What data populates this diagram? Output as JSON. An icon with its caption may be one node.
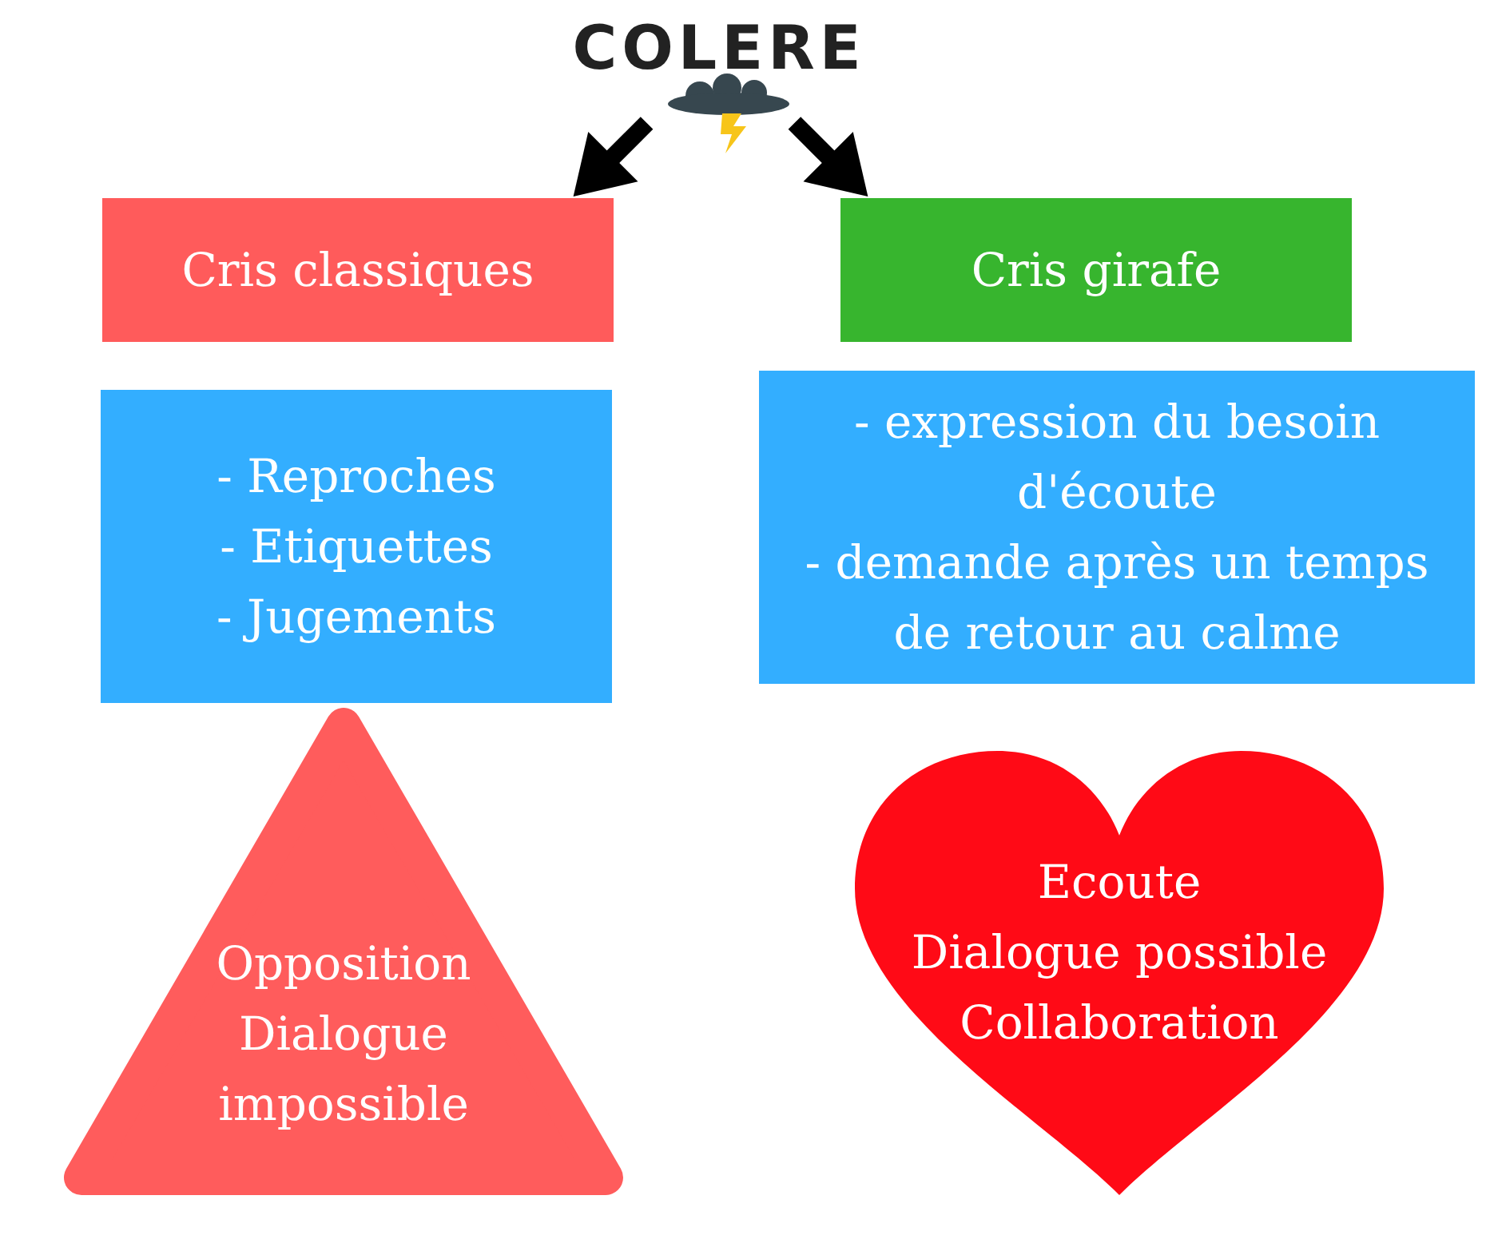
{
  "diagram": {
    "nodes": [
      {
        "text": [
          "COLERE"
        ]
      },
      {
        "text": [
          "Cris classiques"
        ]
      },
      {
        "text": [
          "Cris girafe"
        ]
      },
      {
        "text": [
          "- Reproches",
          "- Etiquettes",
          "- Jugements"
        ]
      },
      {
        "text": [
          "- expression du besoin d'écoute",
          "- demande après un temps de retour au calme"
        ]
      },
      {
        "text": [
          "Opposition",
          "Dialogue impossible"
        ]
      },
      {
        "text": [
          "Ecoute",
          "Dialogue possible",
          "Collaboration"
        ]
      }
    ],
    "edges": [
      {
        "from": 0,
        "to": 1,
        "arrow": "to"
      },
      {
        "from": 0,
        "to": 2,
        "arrow": "to"
      }
    ]
  }
}
